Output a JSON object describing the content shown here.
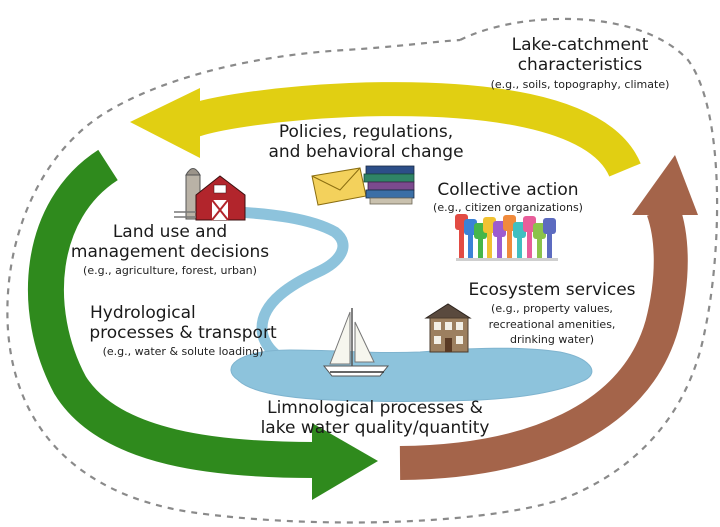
{
  "catchment": {
    "title_line1": "Lake-catchment",
    "title_line2": "characteristics",
    "examples": "(e.g., soils, topography, climate)"
  },
  "policies": {
    "line1": "Policies, regulations,",
    "line2": "and behavioral change"
  },
  "collective": {
    "title": "Collective action",
    "examples": "(e.g., citizen organizations)"
  },
  "land_use": {
    "line1": "Land use and",
    "line2": "management decisions",
    "examples": "(e.g., agriculture, forest, urban)"
  },
  "ecosystem": {
    "title": "Ecosystem services",
    "ex1": "(e.g., property values,",
    "ex2": "recreational amenities,",
    "ex3": "drinking water)"
  },
  "hydrological": {
    "line1": "Hydrological",
    "line2": "processes & transport",
    "examples": "(e.g., water & solute loading)"
  },
  "limnological": {
    "line1": "Limnological processes &",
    "line2": "lake water quality/quantity"
  },
  "colors": {
    "yellow_arrow": "#e1cf12",
    "green_arrow": "#2f8a1d",
    "brown_arrow": "#a4644a",
    "water": "#8dc3dc",
    "dashed_boundary": "#8a8a8a"
  }
}
